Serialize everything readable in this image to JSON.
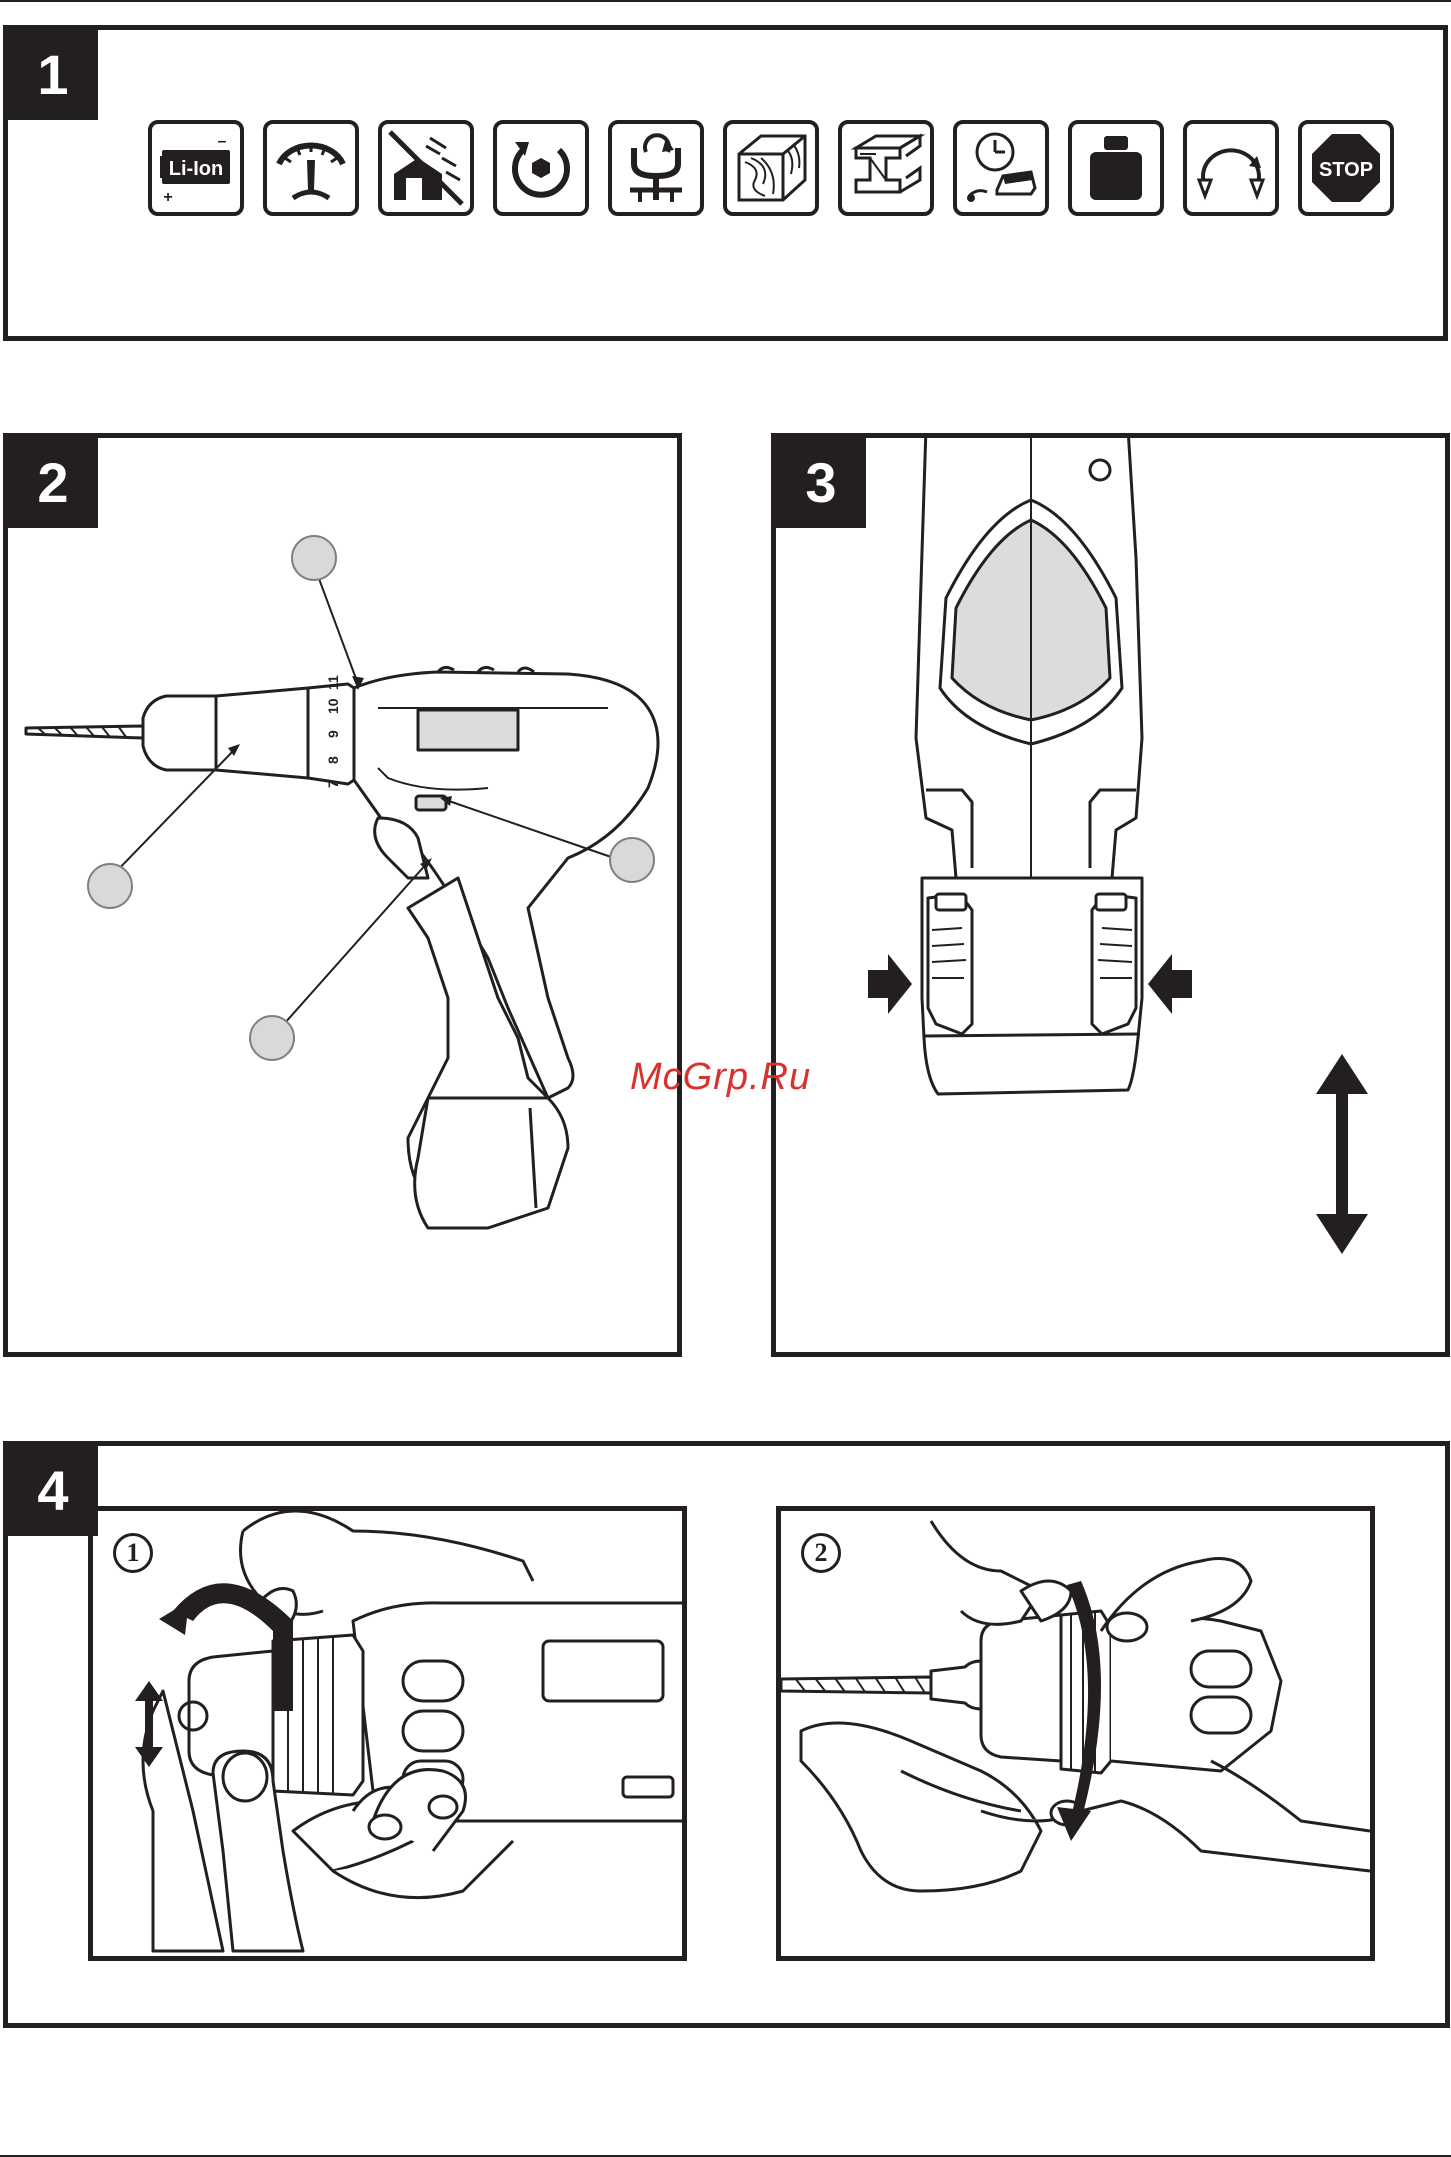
{
  "figures": [
    {
      "number": "1"
    },
    {
      "number": "2"
    },
    {
      "number": "3"
    },
    {
      "number": "4",
      "steps": [
        "1",
        "2"
      ]
    }
  ],
  "icons": [
    {
      "name": "li-ion-battery-icon",
      "label": "Li-Ion",
      "minus": "–",
      "plus": "+"
    },
    {
      "name": "speed-gauge-icon"
    },
    {
      "name": "no-rain-icon"
    },
    {
      "name": "rotation-direction-icon"
    },
    {
      "name": "torque-clutch-icon"
    },
    {
      "name": "wood-icon"
    },
    {
      "name": "metal-beam-icon"
    },
    {
      "name": "charging-time-icon"
    },
    {
      "name": "weight-icon"
    },
    {
      "name": "reverse-rotation-icon"
    },
    {
      "name": "stop-icon",
      "label": "STOP"
    }
  ],
  "clutch_scale": [
    "7",
    "8",
    "9",
    "10",
    "11"
  ],
  "watermark": "McGrp.Ru"
}
